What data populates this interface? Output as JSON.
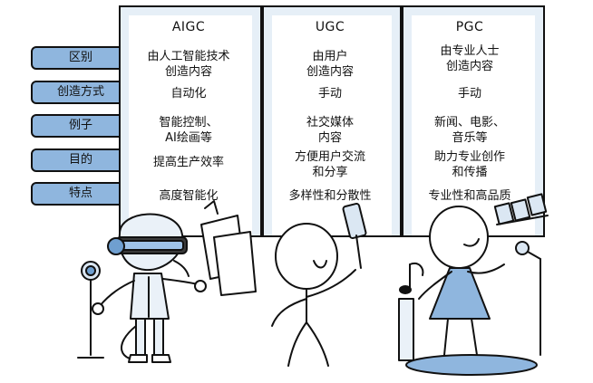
{
  "rows": [
    "区别",
    "创造方式",
    "例子",
    "目的",
    "特点"
  ],
  "columns": [
    {
      "header": "AIGC",
      "cells": [
        [
          "由人工智能技术",
          "创造内容"
        ],
        [
          "自动化"
        ],
        [
          "智能控制、",
          "AI绘画等"
        ],
        [
          "提高生产效率"
        ],
        [
          "高度智能化"
        ]
      ]
    },
    {
      "header": "UGC",
      "cells": [
        [
          "由用户",
          "创造内容"
        ],
        [
          "手动"
        ],
        [
          "社交媒体",
          "内容"
        ],
        [
          "方便用户交流",
          "和分享"
        ],
        [
          "多样性和分散性"
        ]
      ]
    },
    {
      "header": "PGC",
      "cells": [
        [
          "由专业人士",
          "创造内容"
        ],
        [
          "手动"
        ],
        [
          "新闻、电影、",
          "音乐等"
        ],
        [
          "助力专业创作",
          "和传播"
        ],
        [
          "专业性和高品质"
        ]
      ]
    }
  ],
  "colors": {
    "label_fill": "#8fb6de",
    "column_fill": "#e6eff7",
    "accent": "#2a6fb8"
  }
}
